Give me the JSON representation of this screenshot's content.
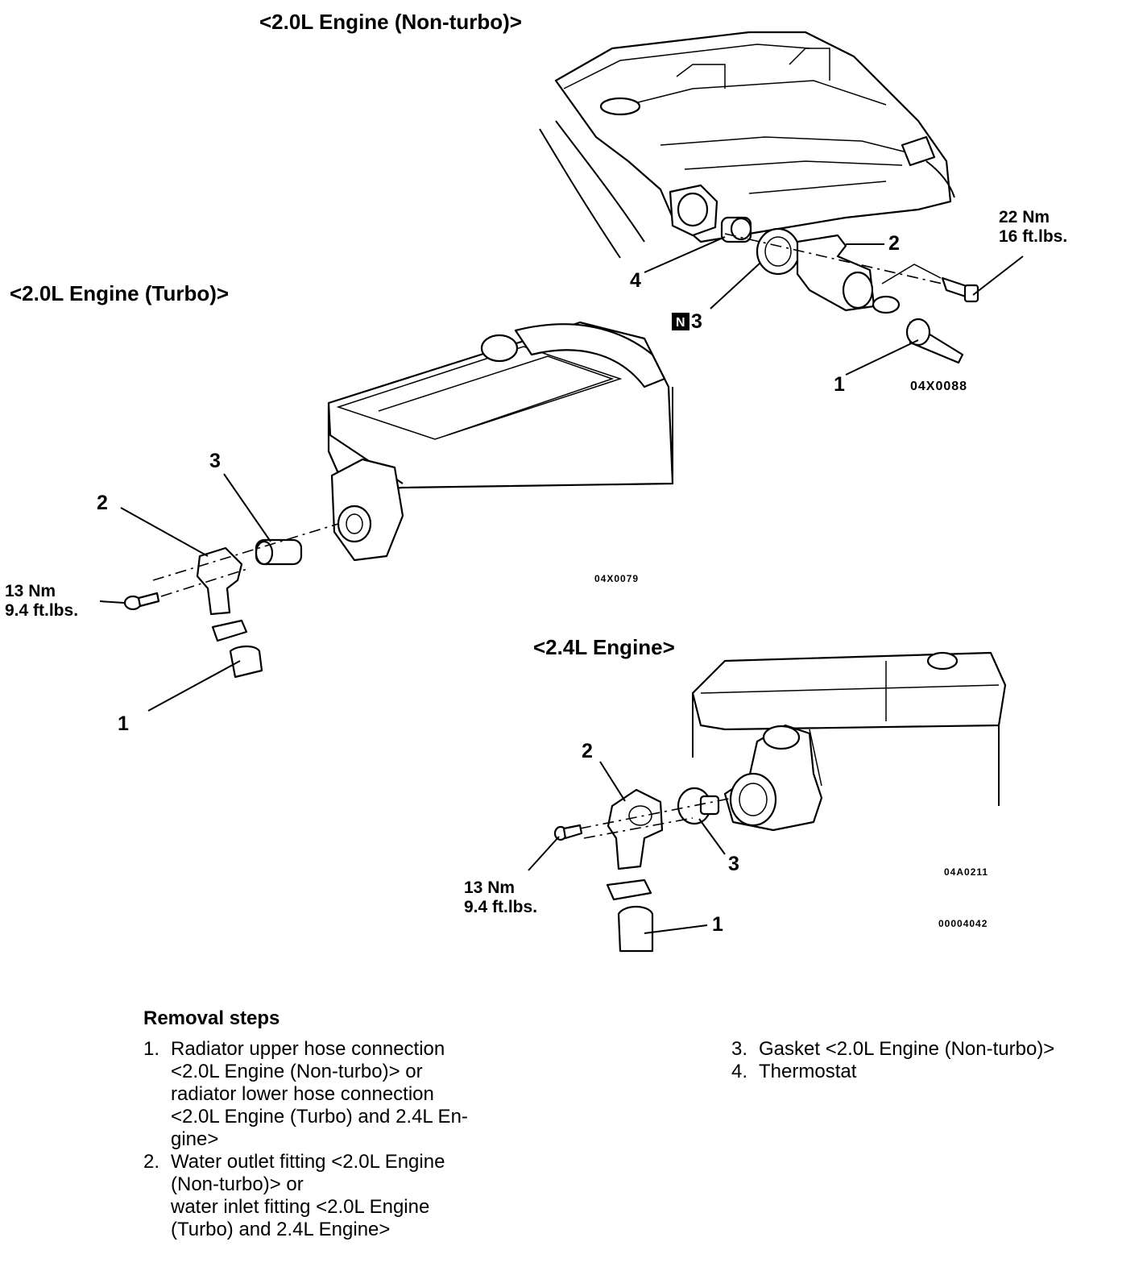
{
  "diagrams": {
    "nonturbo": {
      "title": "<2.0L Engine (Non-turbo)>",
      "code": "04X0088",
      "torque_nm": "22 Nm",
      "torque_ftlbs": "16 ft.lbs.",
      "callouts": {
        "c1": "1",
        "c2": "2",
        "c3": "3",
        "c4": "4",
        "n_mark": "N"
      }
    },
    "turbo": {
      "title": "<2.0L Engine (Turbo)>",
      "code": "04X0079",
      "torque_nm": "13 Nm",
      "torque_ftlbs": "9.4 ft.lbs.",
      "callouts": {
        "c1": "1",
        "c2": "2",
        "c3": "3"
      }
    },
    "engine24": {
      "title": "<2.4L Engine>",
      "code": "04A0211",
      "torque_nm": "13 Nm",
      "torque_ftlbs": "9.4 ft.lbs.",
      "callouts": {
        "c1": "1",
        "c2": "2",
        "c3": "3"
      }
    },
    "figure_code": "00004042"
  },
  "removal": {
    "heading": "Removal steps",
    "steps_left": [
      {
        "num": "1.",
        "lines": [
          "Radiator upper hose connection",
          "<2.0L Engine (Non-turbo)> or",
          "radiator lower hose connection",
          "<2.0L Engine (Turbo) and 2.4L En-",
          "gine>"
        ]
      },
      {
        "num": "2.",
        "lines": [
          "Water outlet fitting <2.0L Engine",
          "(Non-turbo)> or",
          "water inlet fitting <2.0L Engine",
          "(Turbo) and 2.4L Engine>"
        ]
      }
    ],
    "steps_right": [
      {
        "num": "3.",
        "lines": [
          "Gasket <2.0L Engine (Non-turbo)>"
        ]
      },
      {
        "num": "4.",
        "lines": [
          "Thermostat"
        ]
      }
    ]
  }
}
